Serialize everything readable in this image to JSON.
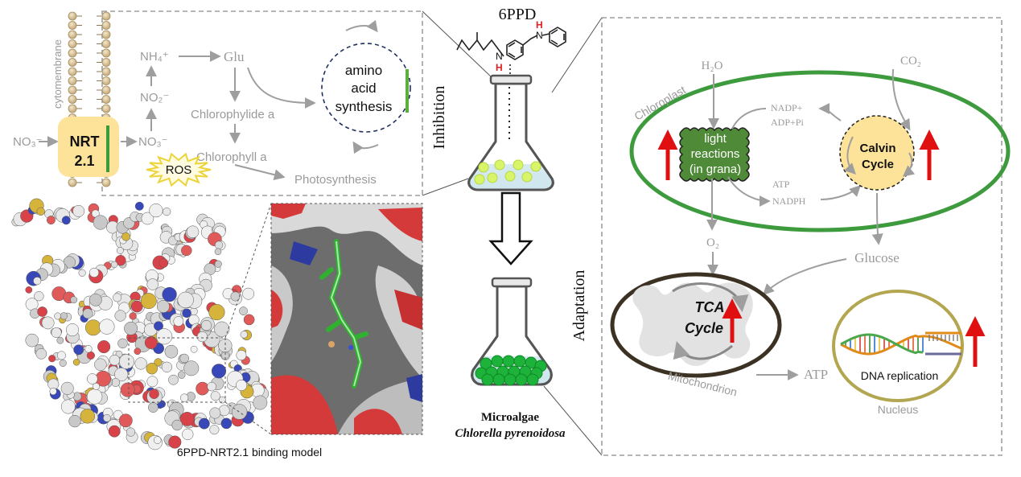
{
  "left_panel": {
    "membrane_label": "cytomembrane",
    "no3_out": "NO₃⁻",
    "nrt_label_line1": "NRT",
    "nrt_label_line2": "2.1",
    "no3_in": "NO₃⁻",
    "no2": "NO₂⁻",
    "nh4": "NH₄⁺",
    "glu": "Glu",
    "chlorophylide": "Chlorophylide a",
    "chlorophyll": "Chlorophyll a",
    "photosynthesis": "Photosynthesis",
    "ros": "ROS",
    "amino_line1": "amino",
    "amino_line2": "acid",
    "amino_line3": "synthesis"
  },
  "center": {
    "compound": "6PPD",
    "inhibition": "Inhibition",
    "organism_line1": "Microalgae",
    "organism_line2": "Chlorella pyrenoidosa"
  },
  "binding_caption": "6PPD-NRT2.1 binding model",
  "right_panel": {
    "adaptation": "Adaptation",
    "h2o": "H₂O",
    "co2": "CO₂",
    "chloroplast": "Chloroplast",
    "light_line1": "light",
    "light_line2": "reactions",
    "light_line3": "(in grana)",
    "nadp": "NADP+",
    "adp": "ADP+Pi",
    "atp_chloro": "ATP",
    "nadph": "NADPH",
    "calvin_line1": "Calvin",
    "calvin_line2": "Cycle",
    "o2": "O₂",
    "glucose": "Glucose",
    "tca_line1": "TCA",
    "tca_line2": "Cycle",
    "mitochondrion": "Mitochondrion",
    "atp_out": "ATP",
    "dna": "DNA replication",
    "nucleus": "Nucleus"
  },
  "colors": {
    "arrow_gray": "#9e9e9e",
    "up_arrow_red": "#e01010",
    "chloroplast_green": "#3d9a3d",
    "cycle_yellow": "#fde39a",
    "nrt_yellow": "#fde39a",
    "mito_brown": "#3b3223",
    "nucleus_olive": "#b3a650",
    "algae_green": "#1db33a",
    "inhibitor_red": "#e02020"
  }
}
